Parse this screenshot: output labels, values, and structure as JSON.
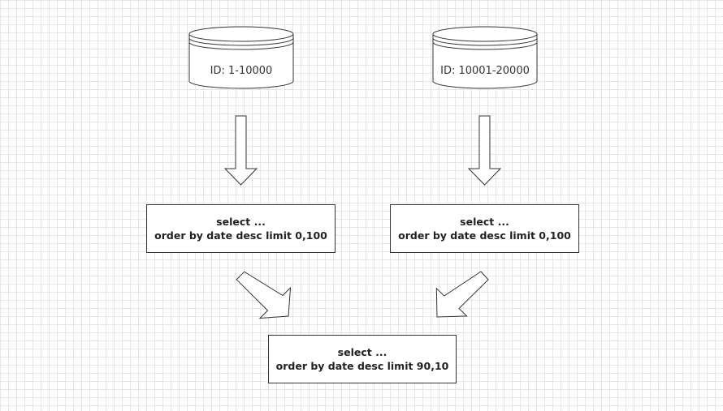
{
  "databases": [
    {
      "label": "ID: 1-10000"
    },
    {
      "label": "ID: 10001-20000"
    }
  ],
  "boxes": [
    {
      "line1": "select ...",
      "line2": "order by date desc limit 0,100"
    },
    {
      "line1": "select ...",
      "line2": "order by date desc limit 0,100"
    },
    {
      "line1": "select ...",
      "line2": "order by date desc limit 90,10"
    }
  ],
  "colors": {
    "stroke": "#333333",
    "grid": "#e6e6e6",
    "background": "#ffffff"
  }
}
